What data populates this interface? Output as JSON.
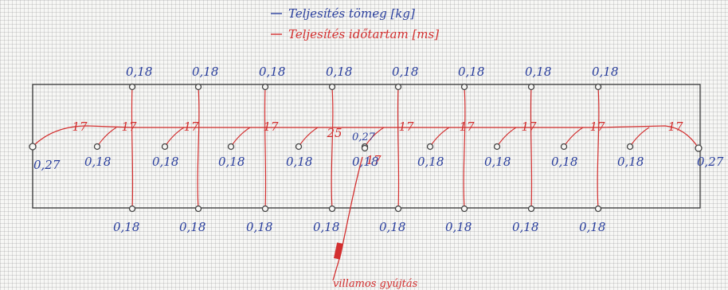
{
  "colors": {
    "frame": "#3a3a3a",
    "blue": "#2a3f9e",
    "red": "#d32f2f",
    "grid": "#b4b4b4",
    "paper": "#f7f7f5"
  },
  "legend": {
    "blue_label": "Teljesítés tömeg [kg]",
    "red_label": "Teljesítés időtartam [ms]"
  },
  "nodes": {
    "top_label": "0,18",
    "bottom_label": "0,18",
    "inner_label": "0,18",
    "end_label": "0,27",
    "center_label": "0,27"
  },
  "edges": {
    "standard_value": "17",
    "center_value": "25",
    "branch_value": "17"
  },
  "annotation": {
    "text": "villamos gyújtás"
  }
}
